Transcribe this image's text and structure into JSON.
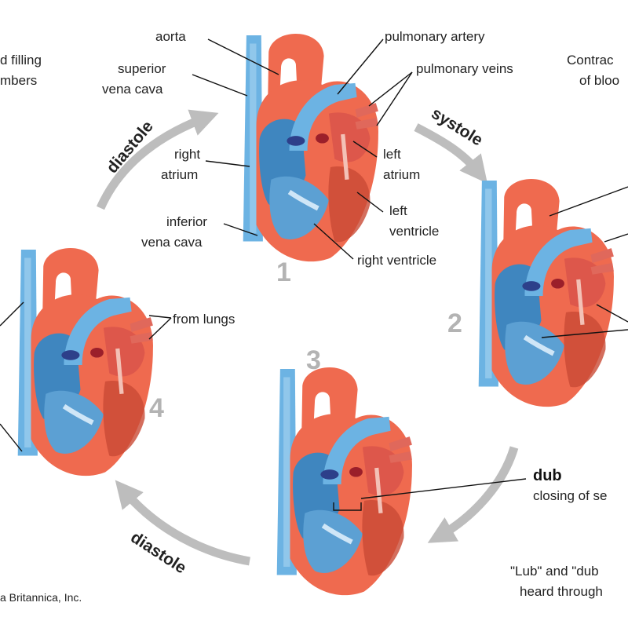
{
  "labels": {
    "top_left_line1": "d filling",
    "top_left_line2": "mbers",
    "aorta": "aorta",
    "superior_vena_cava_1": "superior",
    "superior_vena_cava_2": "vena cava",
    "pulmonary_artery": "pulmonary artery",
    "pulmonary_veins": "pulmonary veins",
    "top_right_line1": "Contrac",
    "top_right_line2": "of bloo",
    "right_atrium_1": "right",
    "right_atrium_2": "atrium",
    "left_atrium_1": "left",
    "left_atrium_2": "atrium",
    "inferior_vena_cava_1": "inferior",
    "inferior_vena_cava_2": "vena cava",
    "left_ventricle_1": "left",
    "left_ventricle_2": "ventricle",
    "right_ventricle": "right ventricle",
    "from_lungs": "from lungs",
    "dub": "dub",
    "dub_desc": "closing of se",
    "lub_dub_1": "\"Lub\" and \"dub",
    "lub_dub_2": "heard through",
    "copyright": "a Britannica, Inc."
  },
  "phases": {
    "diastole_top": "diastole",
    "systole": "systole",
    "diastole_bottom": "diastole"
  },
  "steps": [
    "1",
    "2",
    "3",
    "4"
  ],
  "colors": {
    "red": "#ef6a4f",
    "dark_red": "#c94a35",
    "blue": "#6cb3e3",
    "dark_blue": "#2d6ea8",
    "chamber_blue": "#3f86bf",
    "arrow_gray": "#bdbdbd"
  }
}
